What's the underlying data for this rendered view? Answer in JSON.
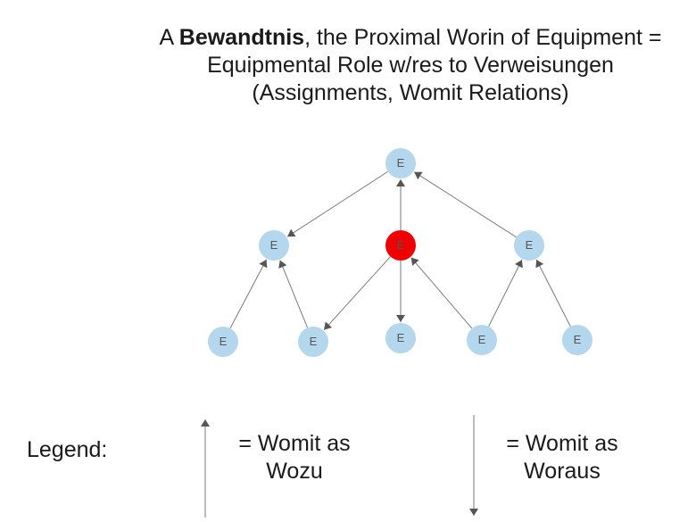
{
  "title": {
    "line1_prefix": "A ",
    "line1_bold": "Bewandtnis",
    "line1_suffix": ", the Proximal Worin of Equipment =",
    "line2": "Equipmental Role w/res to Verweisungen",
    "line3": "(Assignments, Womit Relations)"
  },
  "diagram": {
    "colors": {
      "node": "#b4d7ee",
      "highlight": "#ee0000",
      "edge": "#7a7a7a",
      "arrow": "#555555"
    },
    "nodes": [
      {
        "id": "top",
        "label": "E",
        "highlight": false
      },
      {
        "id": "mid-left",
        "label": "E",
        "highlight": false
      },
      {
        "id": "mid-center",
        "label": "E",
        "highlight": true
      },
      {
        "id": "mid-right",
        "label": "E",
        "highlight": false
      },
      {
        "id": "bot-1",
        "label": "E",
        "highlight": false
      },
      {
        "id": "bot-2",
        "label": "E",
        "highlight": false
      },
      {
        "id": "bot-3",
        "label": "E",
        "highlight": false
      },
      {
        "id": "bot-4",
        "label": "E",
        "highlight": false
      },
      {
        "id": "bot-5",
        "label": "E",
        "highlight": false
      }
    ],
    "edges": [
      {
        "from": "top",
        "to": "mid-left"
      },
      {
        "from": "mid-center",
        "to": "top"
      },
      {
        "from": "mid-right",
        "to": "top"
      },
      {
        "from": "bot-1",
        "to": "mid-left"
      },
      {
        "from": "bot-2",
        "to": "mid-left"
      },
      {
        "from": "mid-center",
        "to": "bot-2"
      },
      {
        "from": "mid-center",
        "to": "bot-3"
      },
      {
        "from": "bot-4",
        "to": "mid-center"
      },
      {
        "from": "bot-4",
        "to": "mid-right"
      },
      {
        "from": "bot-5",
        "to": "mid-right"
      }
    ]
  },
  "legend": {
    "label": "Legend:",
    "up_text_1": "= Womit as",
    "up_text_2": "Wozu",
    "down_text_1": "= Womit as",
    "down_text_2": "Woraus"
  }
}
